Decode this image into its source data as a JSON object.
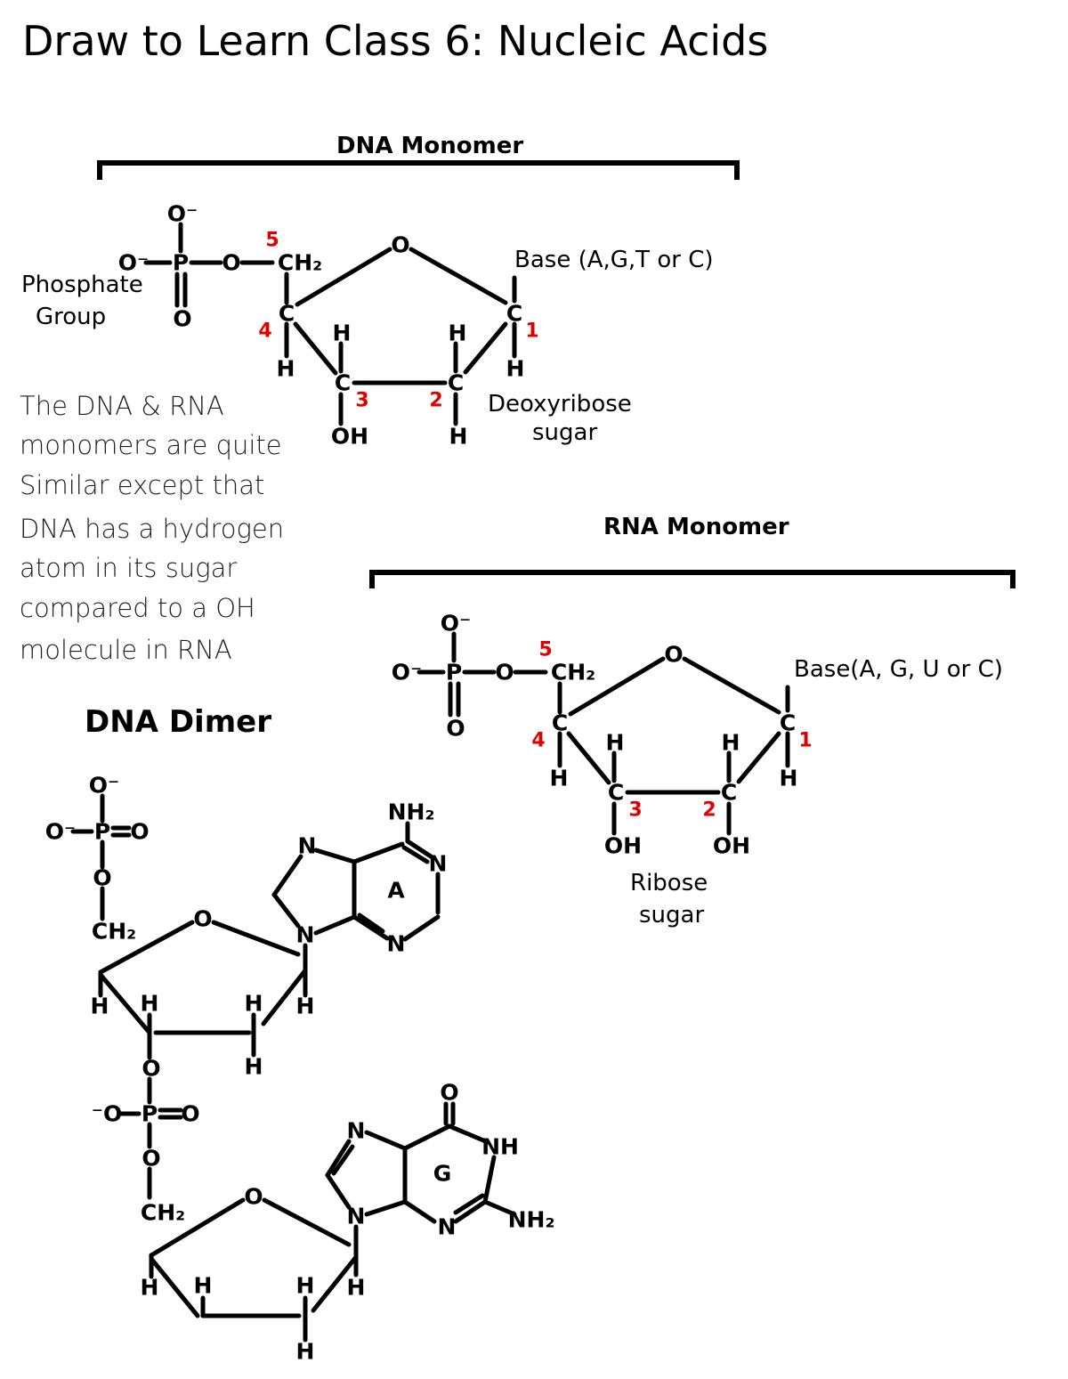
{
  "title": "Draw to Learn  Class 6: Nucleic Acids",
  "dna_monomer": {
    "heading": "DNA Monomer",
    "phosphate_label": [
      "Phosphate",
      "Group"
    ],
    "base_label": "Base (A,G,T or C)",
    "sugar_label": [
      "Deoxyribose",
      "sugar"
    ],
    "atoms": [
      "O⁻",
      "O⁻",
      "P",
      "O",
      "CH₂",
      "O",
      "O",
      "C",
      "C",
      "H",
      "H",
      "H",
      "H",
      "C",
      "C",
      "OH",
      "H"
    ],
    "carbon_numbers": [
      "5",
      "4",
      "3",
      "2",
      "1"
    ]
  },
  "note": [
    "The DNA & RNA",
    "monomers are quite",
    "Similar except that",
    "DNA has a hydrogen",
    "atom in its sugar",
    "compared to a OH",
    "molecule in RNA"
  ],
  "rna_monomer": {
    "heading": "RNA Monomer",
    "base_label": "Base(A, G, U or C)",
    "sugar_label": [
      "Ribose",
      "sugar"
    ],
    "atoms": [
      "O⁻",
      "O⁻",
      "P",
      "O",
      "CH₂",
      "O",
      "O",
      "C",
      "C",
      "H",
      "H",
      "H",
      "H",
      "C",
      "C",
      "OH",
      "OH"
    ],
    "carbon_numbers": [
      "5",
      "4",
      "3",
      "2",
      "1"
    ]
  },
  "dna_dimer": {
    "heading": "DNA Dimer",
    "atoms": [
      "O⁻",
      "O⁻",
      "P",
      "O",
      "O",
      "CH₂",
      "O",
      "H",
      "H",
      "H",
      "H",
      "H",
      "N",
      "N",
      "NH₂",
      "N",
      "N",
      "A",
      "O",
      "⁻O",
      "P",
      "O",
      "O",
      "CH₂",
      "O",
      "H",
      "H",
      "H",
      "H",
      "H",
      "N",
      "N",
      "O",
      "NH",
      "NH₂",
      "N",
      "G"
    ]
  }
}
